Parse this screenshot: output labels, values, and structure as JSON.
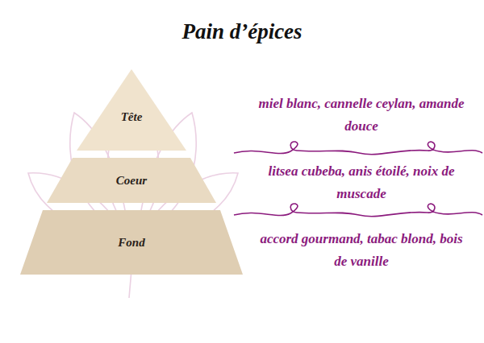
{
  "diagram": {
    "title": "Pain d’épices",
    "nodes": [
      {
        "text": [
          "Tête"
        ]
      },
      {
        "text": [
          "Coeur"
        ]
      },
      {
        "text": [
          "Fond"
        ]
      }
    ],
    "labels": [
      "miel blanc, cannelle ceylan, amande douce",
      "litsea cubeba, anis étoilé, noix de muscade",
      "accord gourmand, tabac blond, bois de vanille"
    ]
  }
}
